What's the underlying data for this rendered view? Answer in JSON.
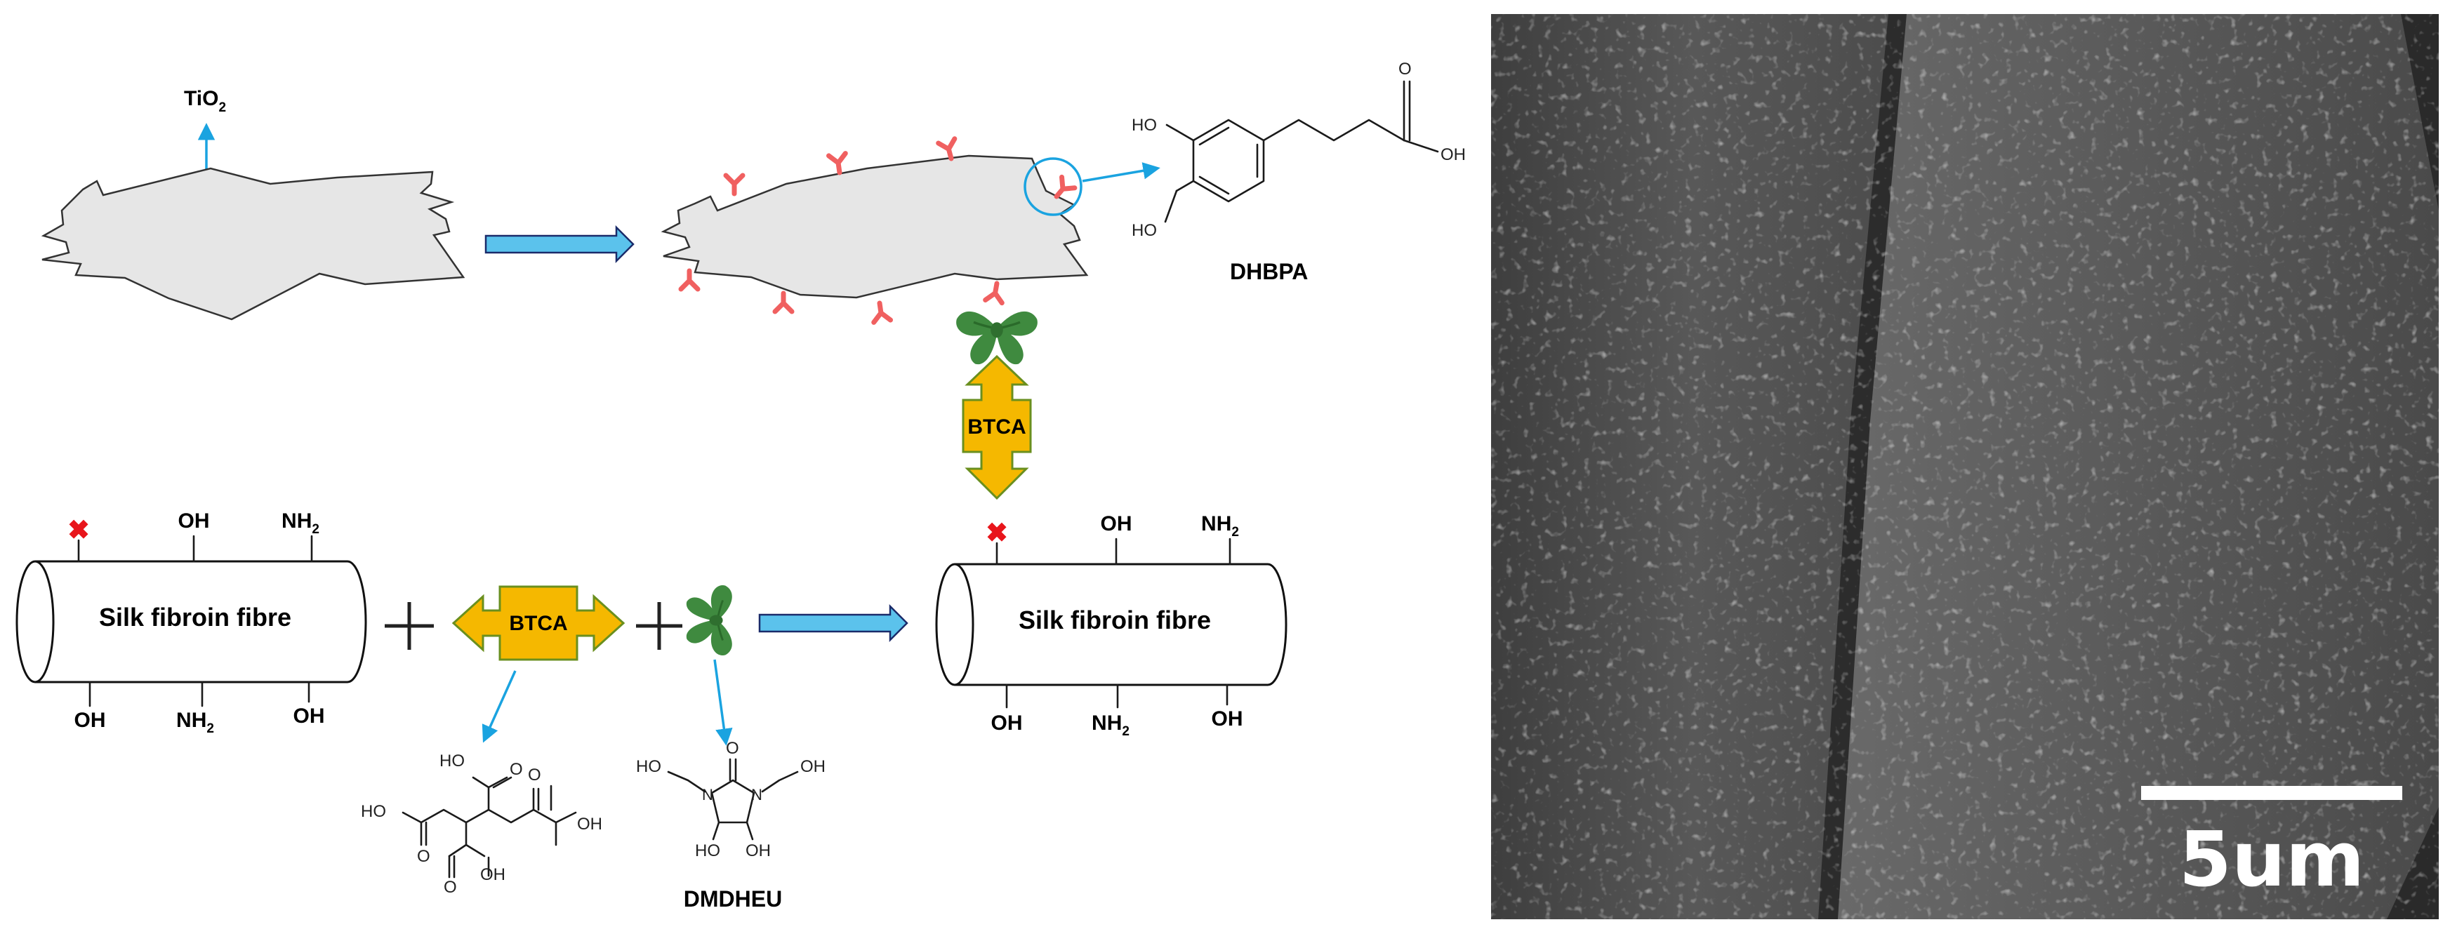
{
  "labels": {
    "tio2_main": "TiO",
    "tio2_sub": "2",
    "dhbpa": "DHBPA",
    "dmdheu": "DMDHEU",
    "btca": "BTCA",
    "fibre": "Silk fibroin fibre",
    "oh": "OH",
    "nh_main": "NH",
    "nh_sub": "2",
    "plus": "+"
  },
  "chem_atoms": {
    "ho": "HO",
    "oh": "OH",
    "o": "O",
    "n": "N"
  },
  "sem": {
    "scale_label": "5um"
  },
  "colors": {
    "btca_fill": "#f5b800",
    "btca_stroke": "#6a8f1e",
    "ligand": "#f06060",
    "crosslinker": "#3f8a3f",
    "blue_arrow": "#5bc2ec",
    "sheet": "#e6e6e6",
    "x_mark": "#e8151b"
  }
}
